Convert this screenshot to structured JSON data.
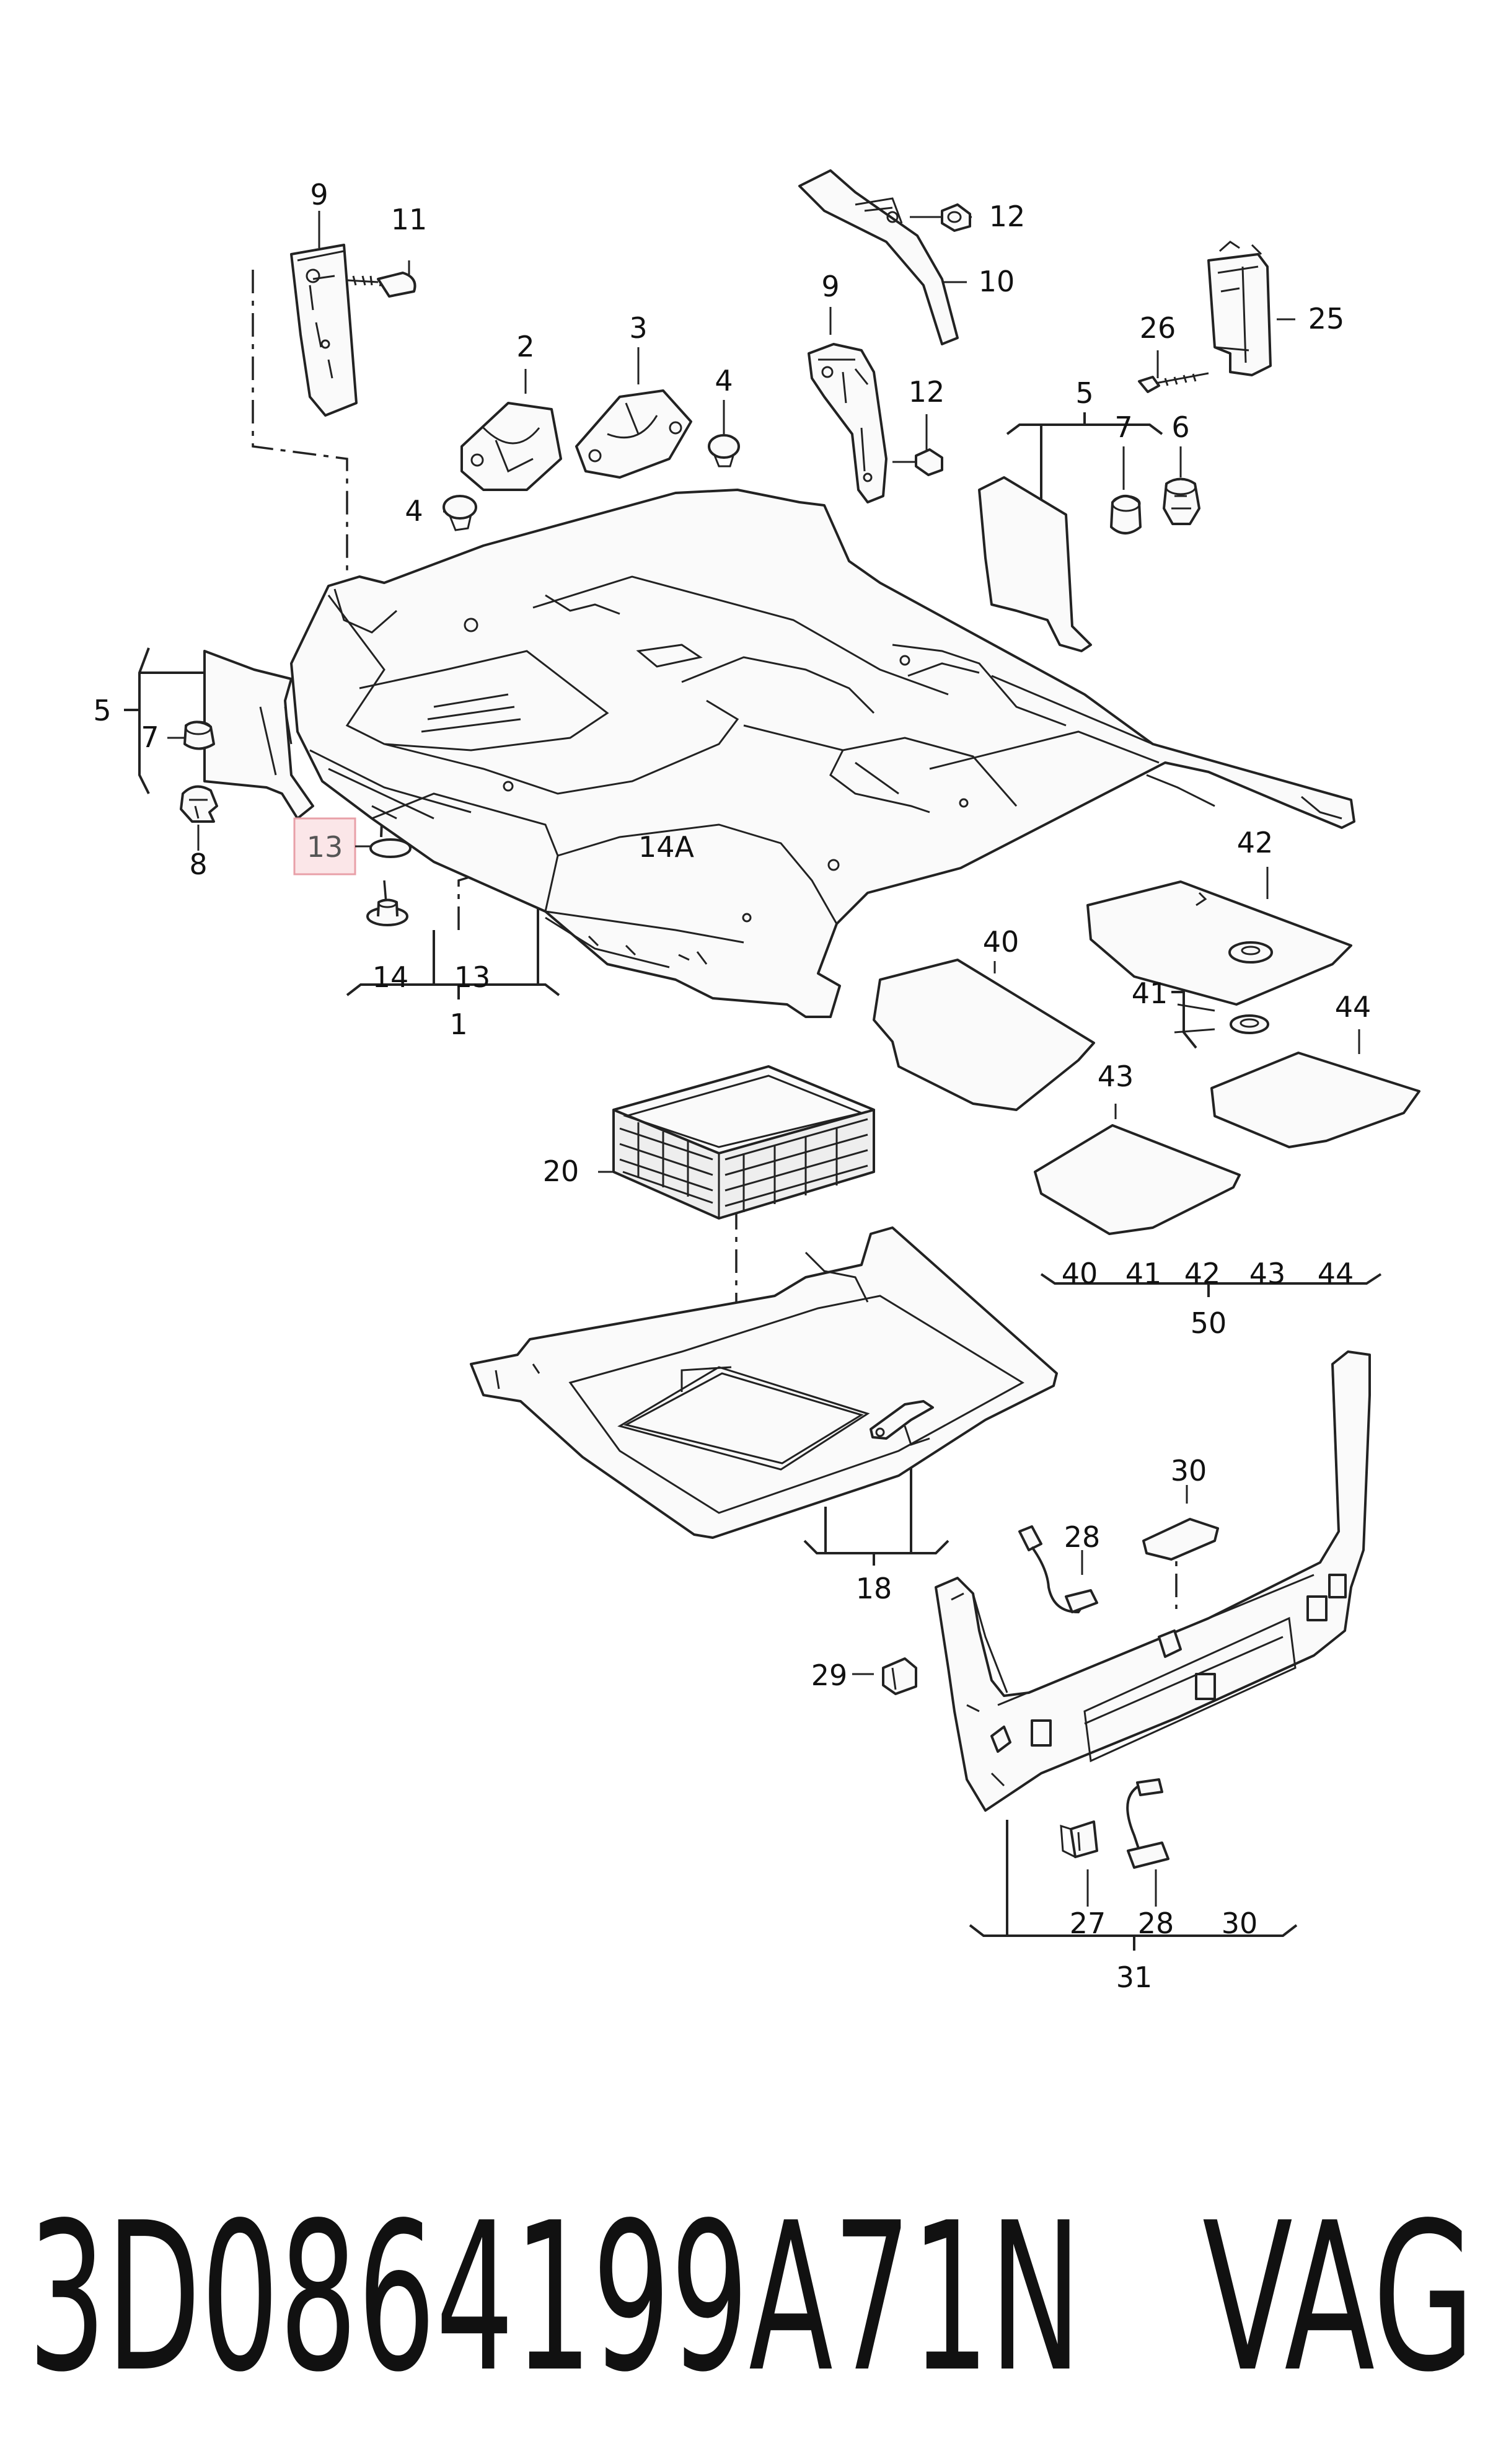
{
  "diagram": {
    "labels": {
      "l9a": "9",
      "l11": "11",
      "l2": "2",
      "l3": "3",
      "l4a": "4",
      "l4b": "4",
      "l12a": "12",
      "l10": "10",
      "l9b": "9",
      "l12b": "12",
      "l26": "26",
      "l25": "25",
      "l5a": "5",
      "l7a": "7",
      "l6": "6",
      "l5b": "5",
      "l7b": "7",
      "l8": "8",
      "l13box": "13",
      "l14A": "14A",
      "l14": "14",
      "l13": "13",
      "l1": "1",
      "l42": "42",
      "l40": "40",
      "l41": "41",
      "l44": "44",
      "l43": "43",
      "l20": "20",
      "l50_40": "40",
      "l50_41": "41",
      "l50_42": "42",
      "l50_43": "43",
      "l50_44": "44",
      "l50": "50",
      "l18": "18",
      "l30a": "30",
      "l28a": "28",
      "l29": "29",
      "l27": "27",
      "l28b": "28",
      "l30b": "30",
      "l31": "31"
    },
    "highlight_color": "#e8a0a8",
    "highlight_fill": "#fbe6e8"
  },
  "footer": {
    "part_number": "3D0864199A71N",
    "brand": "VAG"
  }
}
